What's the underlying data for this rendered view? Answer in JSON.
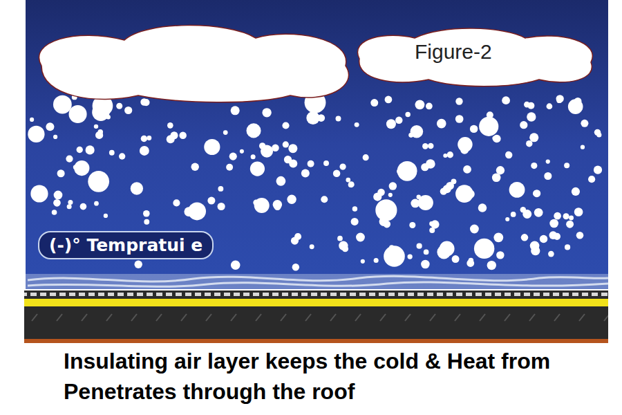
{
  "diagram": {
    "caption": "Insulating air layer keeps the cold & Heat from Penetrates through the roof",
    "nodes": [
      {
        "text": [
          "(-)° Tempratui e"
        ]
      }
    ],
    "labels": [
      "Figure-2"
    ]
  }
}
